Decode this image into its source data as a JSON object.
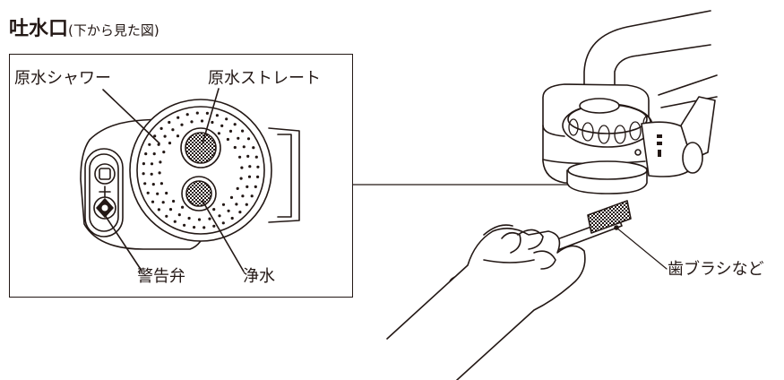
{
  "diagram": {
    "title": "吐水口",
    "subtitle": "(下から見た図)",
    "labels": {
      "raw_shower": "原水シャワー",
      "raw_straight": "原水ストレート",
      "warning_valve": "警告弁",
      "purified": "浄水",
      "toothbrush": "歯ブラシなど"
    }
  }
}
